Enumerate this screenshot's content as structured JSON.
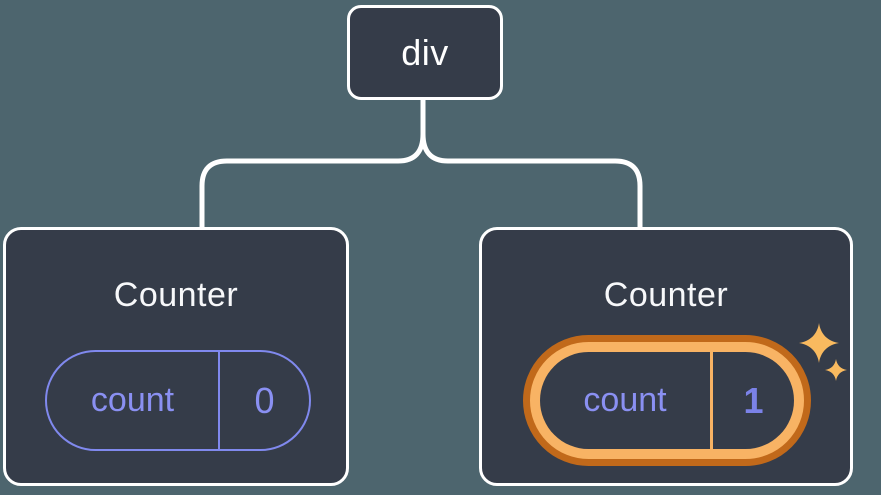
{
  "diagram": {
    "root": {
      "label": "div"
    },
    "children": [
      {
        "title": "Counter",
        "state": {
          "name": "count",
          "value": "0"
        },
        "highlighted": false
      },
      {
        "title": "Counter",
        "state": {
          "name": "count",
          "value": "1"
        },
        "highlighted": true
      }
    ],
    "icons": {
      "highlight": "sparkles-icon"
    },
    "colors": {
      "background": "#4d656e",
      "card_fill": "#353c49",
      "card_border": "#ffffff",
      "connector": "#ffffff",
      "state_accent": "#8a90f2",
      "state_border": "#8089ee",
      "state_value_highlight": "#7b82e8",
      "highlight_ring_outer": "#c1691a",
      "highlight_ring_inner": "#f8b364",
      "sparkle": "#f9ba5f"
    }
  }
}
